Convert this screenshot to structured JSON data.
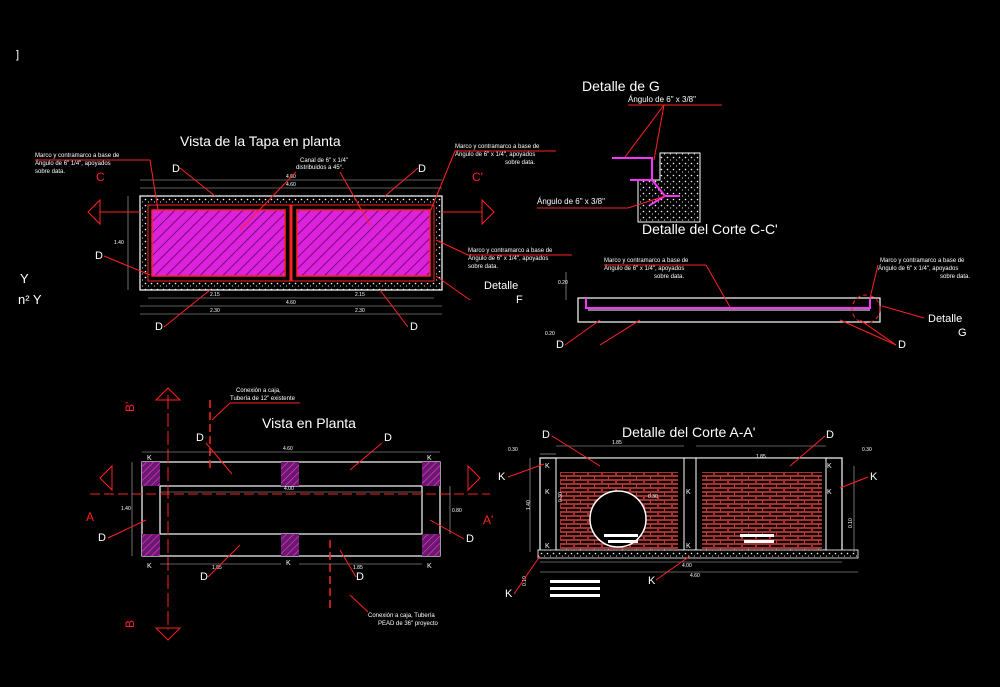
{
  "views": {
    "tapa_plan": {
      "title": "Vista de la Tapa en planta",
      "note_marco_1": [
        "Marco y contramarco a base de",
        "Ángulo de 6\"  1/4\", apoyados",
        "sobre data."
      ],
      "note_canal": [
        "Canal de 6\" x 1/4\"",
        "distribuidos a 45°."
      ],
      "note_marco_2": [
        "Marco y contramarco a base de",
        "Ángulo de  6\" x 1/4\", apoyados",
        "sobre data."
      ],
      "note_marco_3": [
        "Marco y contramarco a base de",
        "Ángulo de 6\" x 1/4\", apoyados",
        "sobre data."
      ],
      "dims": {
        "top1": "4.60",
        "top2": "4.60",
        "side": "1.40",
        "bot_left": "2.15",
        "bot_right": "2.15",
        "bot_total": "4.60",
        "bot2_left": "2.30",
        "bot2_right": "2.30"
      },
      "section_c": "C",
      "section_c2": "C'",
      "detalle_f": [
        "Detalle",
        "F"
      ]
    },
    "detalle_g": {
      "title": "Detalle de G",
      "angulo_top": "Ángulo de 6\" x 3/8\"",
      "angulo_bot": "Ángulo de  6\" x 3/8\""
    },
    "corte_cc": {
      "title": "Detalle del Corte C-C'",
      "note_left": [
        "Marco y contramarco a base de",
        "Ángulo de 6\" x 1/4\", apoyados",
        "sobre data."
      ],
      "note_right": [
        "Marco y contramarco a base de",
        "Ángulo de 6\" x 1/4\", apoyados",
        "sobre data."
      ],
      "dims": {
        "h": "0.20",
        "w": "0.20"
      },
      "detalle_g": [
        "Detalle",
        "G"
      ]
    },
    "planta": {
      "title": "Vista en  Planta",
      "note_top": [
        "Conexión a caja,",
        "Tubería de 12\" existente"
      ],
      "note_bot": [
        "Conexión a caja,   Tubería",
        "PEAD de 36\" proyecto"
      ],
      "dims": {
        "top": "4.60",
        "inner": "4.00",
        "side_left": "1.40",
        "side_right": "0.80",
        "bot_left": "1.85",
        "bot_right": "1.85"
      },
      "sec_a": "A",
      "sec_a2": "A'",
      "sec_b": "B",
      "sec_b2": "B'"
    },
    "corte_aa": {
      "title": "Detalle del Corte A-A'",
      "dims": {
        "tl": "0.30",
        "tr": "0.30",
        "top_left": "1.85",
        "top_right": "1.85",
        "mid": "0.30",
        "side_left": "1.40",
        "side_right": "0.10",
        "bot_total": "4.60",
        "bot_inner": "4.00",
        "bot_left_v": "0.10",
        "wall": "0.30"
      }
    },
    "side_text": {
      "line1": "Y",
      "line2": "n²  Y",
      "corner": "]"
    }
  },
  "labels": {
    "d": "D",
    "k": "K"
  },
  "colors": {
    "background": "#000000",
    "red": "#ff2222",
    "magenta": "#ff33ff",
    "white": "#ffffff",
    "brick": "#d43a3a",
    "hatch_fill": "#dd22dd"
  }
}
